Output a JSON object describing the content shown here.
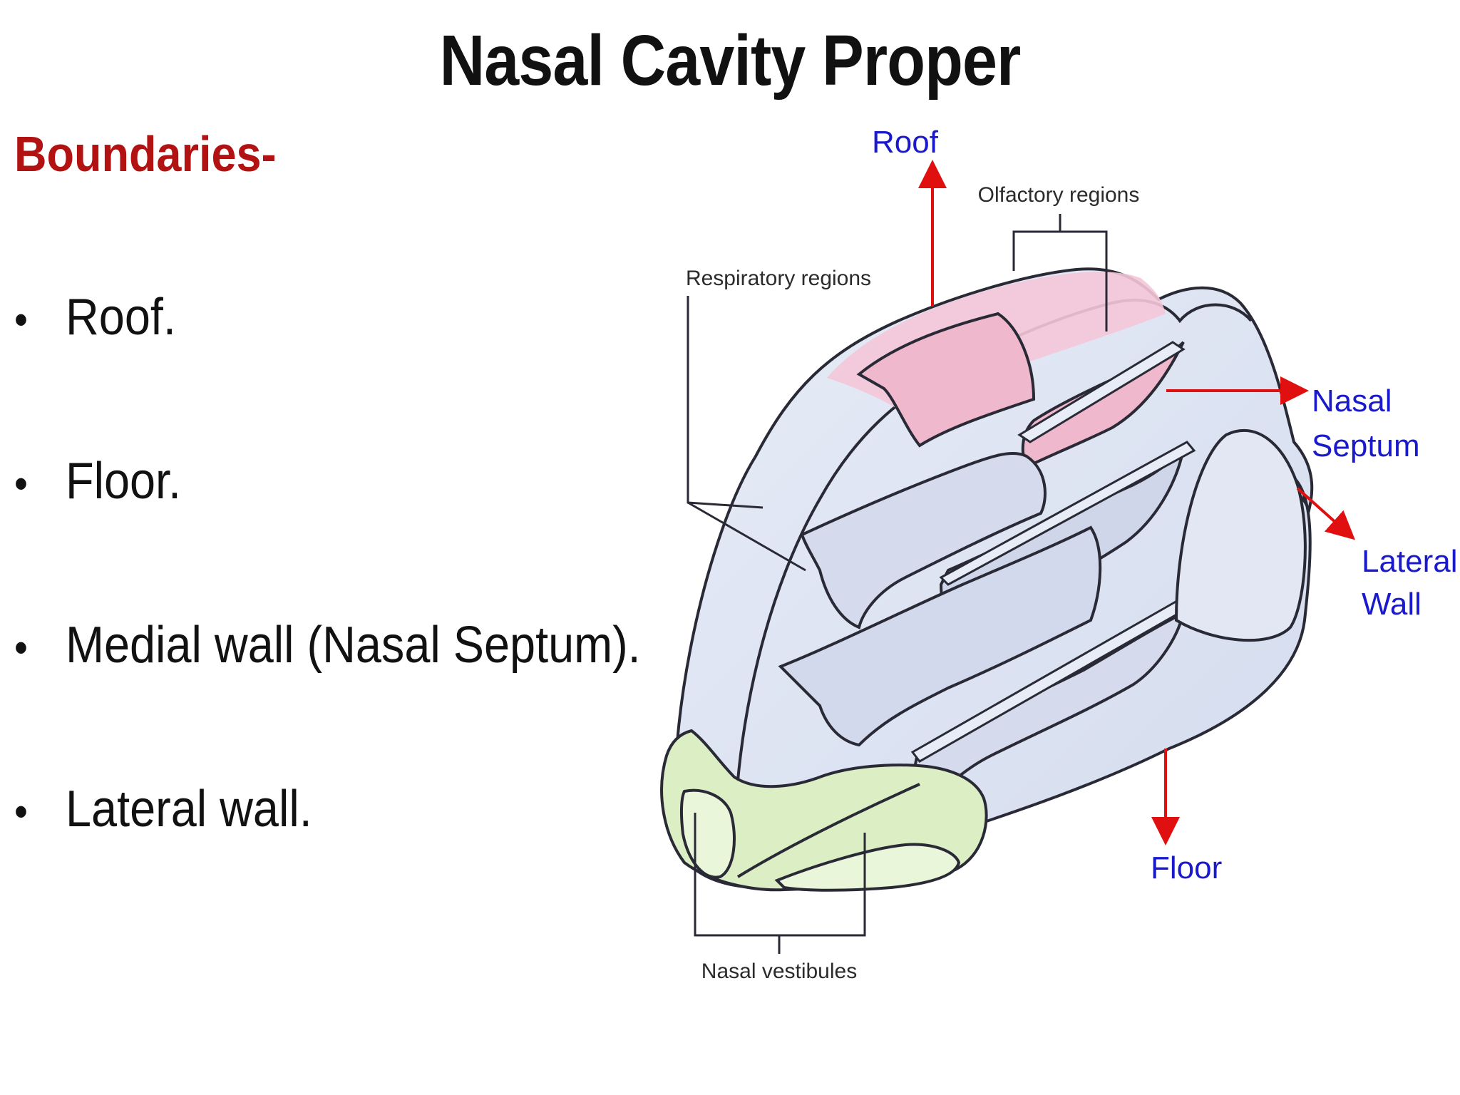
{
  "slide": {
    "title": "Nasal Cavity Proper",
    "heading": "Boundaries-",
    "bullets": [
      "Roof.",
      "Floor.",
      "Medial wall (Nasal Septum).",
      "Lateral wall."
    ],
    "bullet_symbol": "•"
  },
  "diagram": {
    "labels": {
      "olfactory": "Olfactory regions",
      "respiratory": "Respiratory regions",
      "vestibules": "Nasal vestibules"
    },
    "boundary_labels": {
      "roof": "Roof",
      "septum_line1": "Nasal",
      "septum_line2": "Septum",
      "lateral_line1": "Lateral",
      "lateral_line2": "Wall",
      "floor": "Floor"
    }
  },
  "colors": {
    "title": "#111111",
    "heading": "#b31212",
    "boundary_label": "#1a1acc",
    "arrow": "#e01010",
    "olfactory_fill": "#f4c6d8",
    "respiratory_fill": "#dde3f1",
    "vestibule_fill": "#dcefc4",
    "outline": "#2a2a36"
  }
}
